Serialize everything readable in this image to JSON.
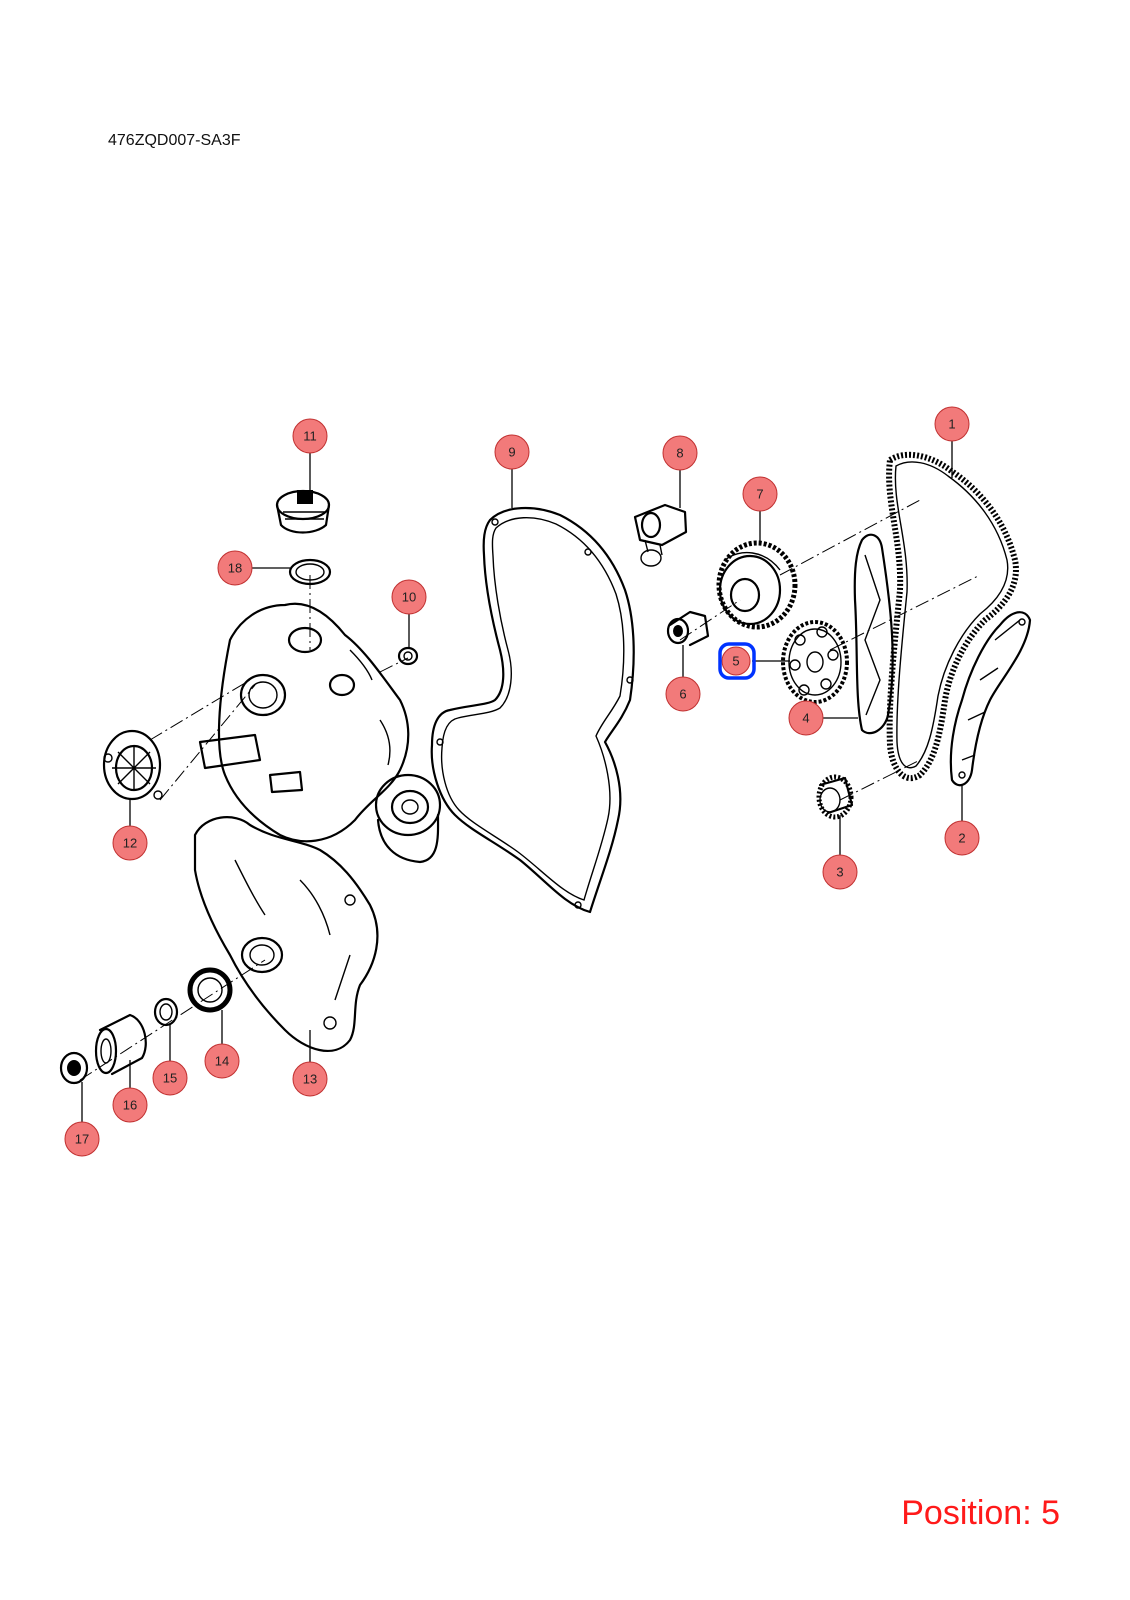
{
  "diagram": {
    "code": "476ZQD007-SA3F",
    "position_label": "Position: 5",
    "selected_position": "5",
    "colors": {
      "callout_fill": "#f27a7a",
      "selected_ring": "#0033ff",
      "position_text": "#ff1a1a"
    }
  },
  "callouts": [
    {
      "label": "1"
    },
    {
      "label": "2"
    },
    {
      "label": "3"
    },
    {
      "label": "4"
    },
    {
      "label": "5"
    },
    {
      "label": "6"
    },
    {
      "label": "7"
    },
    {
      "label": "8"
    },
    {
      "label": "9"
    },
    {
      "label": "10"
    },
    {
      "label": "11"
    },
    {
      "label": "12"
    },
    {
      "label": "13"
    },
    {
      "label": "14"
    },
    {
      "label": "15"
    },
    {
      "label": "16"
    },
    {
      "label": "17"
    },
    {
      "label": "18"
    }
  ]
}
